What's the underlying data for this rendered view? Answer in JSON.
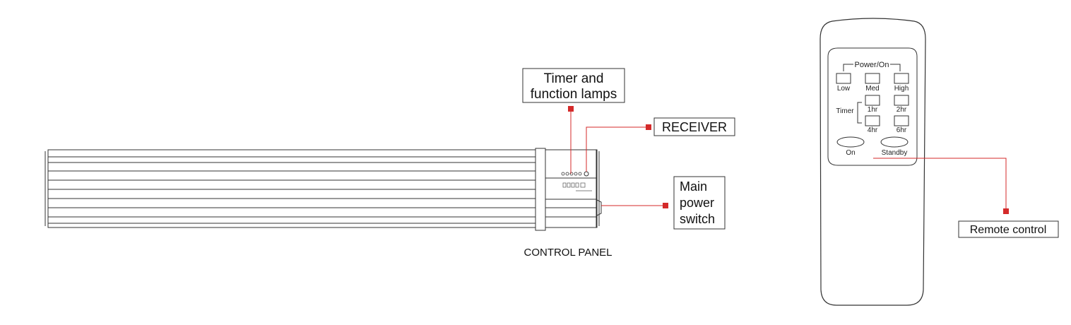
{
  "heater": {
    "callouts": {
      "timer_lamps": [
        "Timer and",
        "function lamps"
      ],
      "receiver": "RECEIVER",
      "main_switch": [
        "Main",
        "power",
        "switch"
      ]
    },
    "caption": "CONTROL PANEL"
  },
  "remote": {
    "power_group": "Power/On",
    "buttons": {
      "low": "Low",
      "med": "Med",
      "high": "High",
      "h1": "1hr",
      "h2": "2hr",
      "h4": "4hr",
      "h6": "6hr",
      "on": "On",
      "standby": "Standby"
    },
    "timer_group": "Timer",
    "callout": "Remote control"
  },
  "colors": {
    "leader": "#d42a2a",
    "outline": "#333333"
  }
}
